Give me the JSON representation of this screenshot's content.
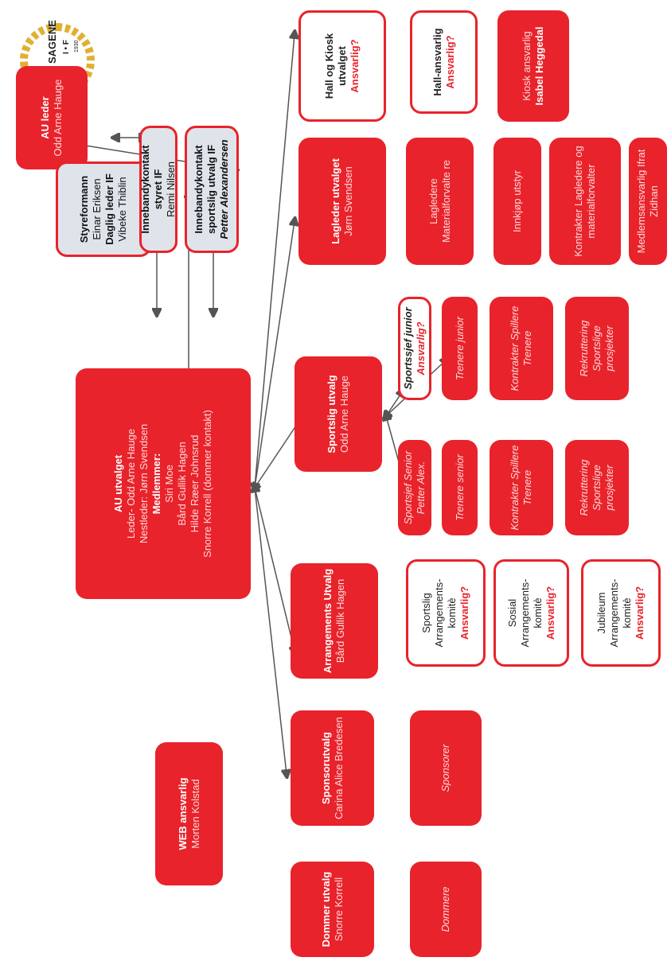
{
  "au_leder": {
    "title": "AU leder",
    "name": "Odd Arne Hauge"
  },
  "styreformann": {
    "line1": "Styreformann",
    "line2": "Einar Eriksen",
    "line3": "Daglig leder IF",
    "line4": "Vibeke Thiblin"
  },
  "innebandy_styret": {
    "title": "Innebandykontakt styret IF",
    "name": "Remi Nilsen"
  },
  "innebandy_sport": {
    "title": "Innebandykontakt sportslig utvalg IF",
    "name": "Petter Alexandersen"
  },
  "au_utvalget": {
    "title": "AU utvalget",
    "lines": [
      "Leder- Odd Arne Hauge",
      "Nestleder: Jørn Svendsen"
    ],
    "sub": "Medlemmer:",
    "members": [
      "Siri Moe",
      "Bård Gullik Hagen",
      "Hilde Ræer Johnsrud",
      "Snorre Korrell (dommer kontakt)"
    ]
  },
  "web": {
    "title": "WEB ansvarlig",
    "name": "Morten Kolstad"
  },
  "logo": {
    "text": "SAGENE",
    "sub": "I • F",
    "year": "1930"
  },
  "dommer": {
    "title": "Dommer utvalg",
    "name": "Snorre Korrell",
    "child": "Dommere"
  },
  "sponsor": {
    "title": "Sponsorutvalg",
    "name": "Carina Alice Bredesen",
    "child": "Sponsorer"
  },
  "arrangement": {
    "title": "Arrangements Utvalg",
    "name": "Bård Gullik Hagen",
    "children": [
      {
        "l1": "Sportslig",
        "l2": "Arrangements-",
        "l3": "komitè",
        "ask": "Ansvarlig?"
      },
      {
        "l1": "Sosial",
        "l2": "Arrangements-",
        "l3": "komitè",
        "ask": "Ansvarlig?"
      },
      {
        "l1": "Jubileum",
        "l2": "Arrangements-",
        "l3": "komitè",
        "ask": "Ansvarlig?"
      }
    ]
  },
  "sportslig": {
    "title": "Sportslig utvalg",
    "name": "Odd Arne Hauge",
    "senior": [
      {
        "t": "Sportsjef Senior",
        "s": "Petter Alex."
      },
      {
        "t": "Trenere senior"
      },
      {
        "t": "Kontrakter Spillere Trenere"
      },
      {
        "t": "Rekruttering Sportslige prosjekter"
      }
    ],
    "junior": [
      {
        "t": "Sportssjef junior",
        "ask": "Ansvarlig?"
      },
      {
        "t": "Trenere junior"
      },
      {
        "t": "Kontrakter Spillere Trenere"
      },
      {
        "t": "Rekruttering Sportslige prosjekter"
      }
    ]
  },
  "lagleder": {
    "title": "Lagleder utvalget",
    "name": "Jørn Svendsen",
    "children": [
      "Lagledere Materialforvalte re",
      "Innkjøp utstyr",
      "Kontrakter Lagledere og materialforvalter",
      "Medlemsansvarlig Ifrat Zidhan"
    ]
  },
  "hall": {
    "title": "Hall og Kiosk utvalget",
    "ask": "Ansvarlig?",
    "hall_ansvarlig": {
      "t": "Hall-ansvarlig",
      "ask": "Ansvarlig?"
    },
    "kiosk": {
      "t": "Kiosk ansvarlig",
      "name": "Isabel Heggedal"
    }
  },
  "colors": {
    "accent": "#e8232b",
    "grey_box": "#dfe4ea",
    "line": "#555555"
  }
}
